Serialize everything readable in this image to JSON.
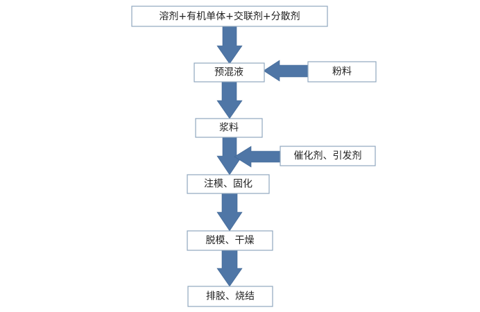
{
  "diagram": {
    "nodes": {
      "raw_materials": "溶剂+有机单体+交联剂+分散剂",
      "premix": "预混液",
      "powder": "粉料",
      "slurry": "浆料",
      "catalyst": "催化剂、引发剂",
      "casting": "注模、固化",
      "demolding": "脱模、干燥",
      "debinding": "排胶、烧结"
    },
    "colors": {
      "arrow": "#4f76a6",
      "box_border": "#8fa7bf",
      "text": "#222222"
    }
  }
}
